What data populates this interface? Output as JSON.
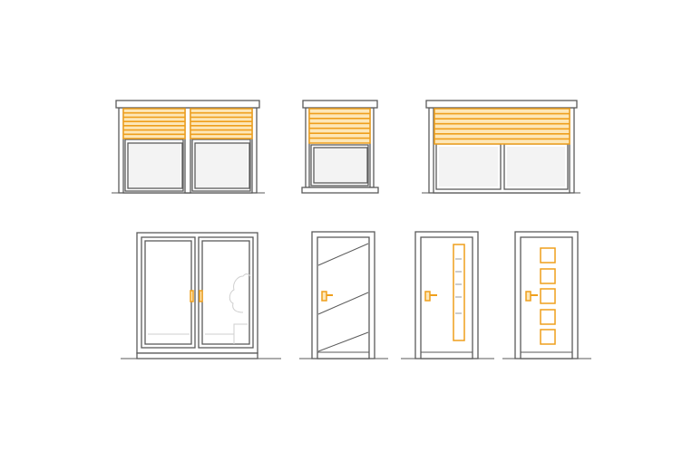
{
  "illustration": {
    "colors": {
      "line": "#5a5a5a",
      "accent": "#ef9f1c",
      "accent_fill": "#fde7b8",
      "glass": "#f3f3f3",
      "background": "#ffffff"
    },
    "windows": [
      {
        "kind": "double-window-with-roller-shutters"
      },
      {
        "kind": "single-window-with-roller-shutter"
      },
      {
        "kind": "wide-window-with-roller-shutter"
      }
    ],
    "doors": [
      {
        "kind": "sliding-patio-door"
      },
      {
        "kind": "door-diagonal-lines"
      },
      {
        "kind": "door-vertical-glass-strip"
      },
      {
        "kind": "door-five-square-panels"
      }
    ]
  }
}
